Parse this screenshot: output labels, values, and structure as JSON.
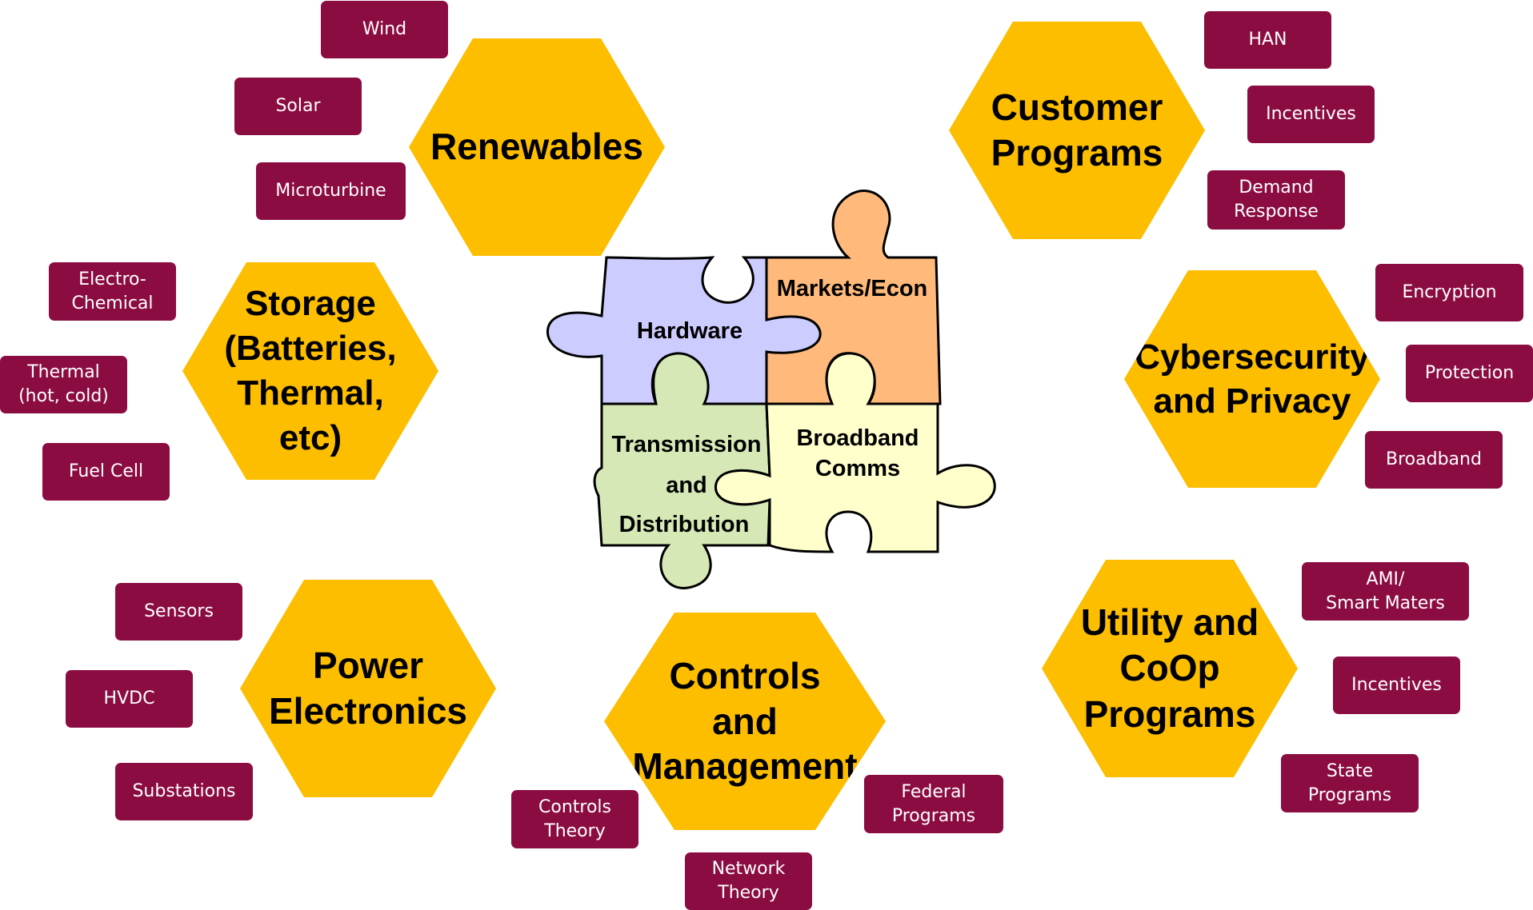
{
  "hexagons": {
    "renewables": "Renewables",
    "customer_programs": "Customer\nPrograms",
    "storage": "Storage\n(Batteries,\nThermal,\netc)",
    "cybersecurity": "Cybersecurity\nand Privacy",
    "power_electronics": "Power\nElectronics",
    "controls": "Controls\nand\nManagement",
    "utility": "Utility and\nCoOp\nPrograms"
  },
  "tags": {
    "wind": "Wind",
    "solar": "Solar",
    "microturbine": "Microturbine",
    "han": "HAN",
    "incentives_customer": "Incentives",
    "demand_response": "Demand\nResponse",
    "electro_chemical": "Electro-\nChemical",
    "thermal": "Thermal\n(hot, cold)",
    "fuel_cell": "Fuel Cell",
    "encryption": "Encryption",
    "protection": "Protection",
    "broadband": "Broadband",
    "sensors": "Sensors",
    "hvdc": "HVDC",
    "substations": "Substations",
    "ami": "AMI/\nSmart Maters",
    "incentives_utility": "Incentives",
    "state_programs": "State\nPrograms",
    "controls_theory": "Controls\nTheory",
    "federal_programs": "Federal\nPrograms",
    "network_theory": "Network\nTheory"
  },
  "puzzle": {
    "hardware": "Hardware",
    "markets": "Markets/Econ",
    "transmission_line1": "Transmission",
    "transmission_line2": "and",
    "transmission_line3": "Distribution",
    "broadband_line1": "Broadband",
    "broadband_line2": "Comms"
  },
  "colors": {
    "hexagon": "#FDBE00",
    "tag": "#8B0C41",
    "hardware_piece": "#CCCCFF",
    "markets_piece": "#FFB97B",
    "transmission_piece": "#D5E8B5",
    "broadband_piece": "#FFFFCC"
  }
}
